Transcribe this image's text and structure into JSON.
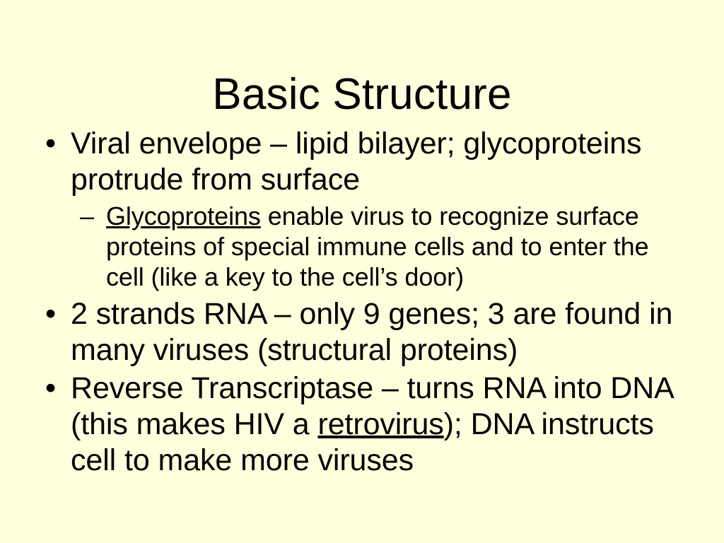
{
  "slide": {
    "background_color": "#ffffdd",
    "text_color": "#000000",
    "title": "Basic Structure",
    "bullets": [
      {
        "level": 1,
        "marker": "•",
        "text": "Viral envelope – lipid bilayer; glycoproteins protrude from surface",
        "sub_bullets": [
          {
            "level": 2,
            "marker": "–",
            "underlined_term": "Glycoproteins",
            "text_rest": " enable virus to recognize surface proteins of special immune cells and to enter the cell (like a key to the cell’s door)"
          }
        ]
      },
      {
        "level": 1,
        "marker": "•",
        "text": "2 strands RNA – only 9 genes; 3 are found in many viruses (structural proteins)",
        "sub_bullets": []
      },
      {
        "level": 1,
        "marker": "•",
        "text_before": "Reverse Transcriptase – turns RNA into DNA (this makes HIV a ",
        "underlined_term": "retrovirus",
        "text_after": "); DNA instructs cell to make more viruses",
        "sub_bullets": []
      }
    ]
  }
}
